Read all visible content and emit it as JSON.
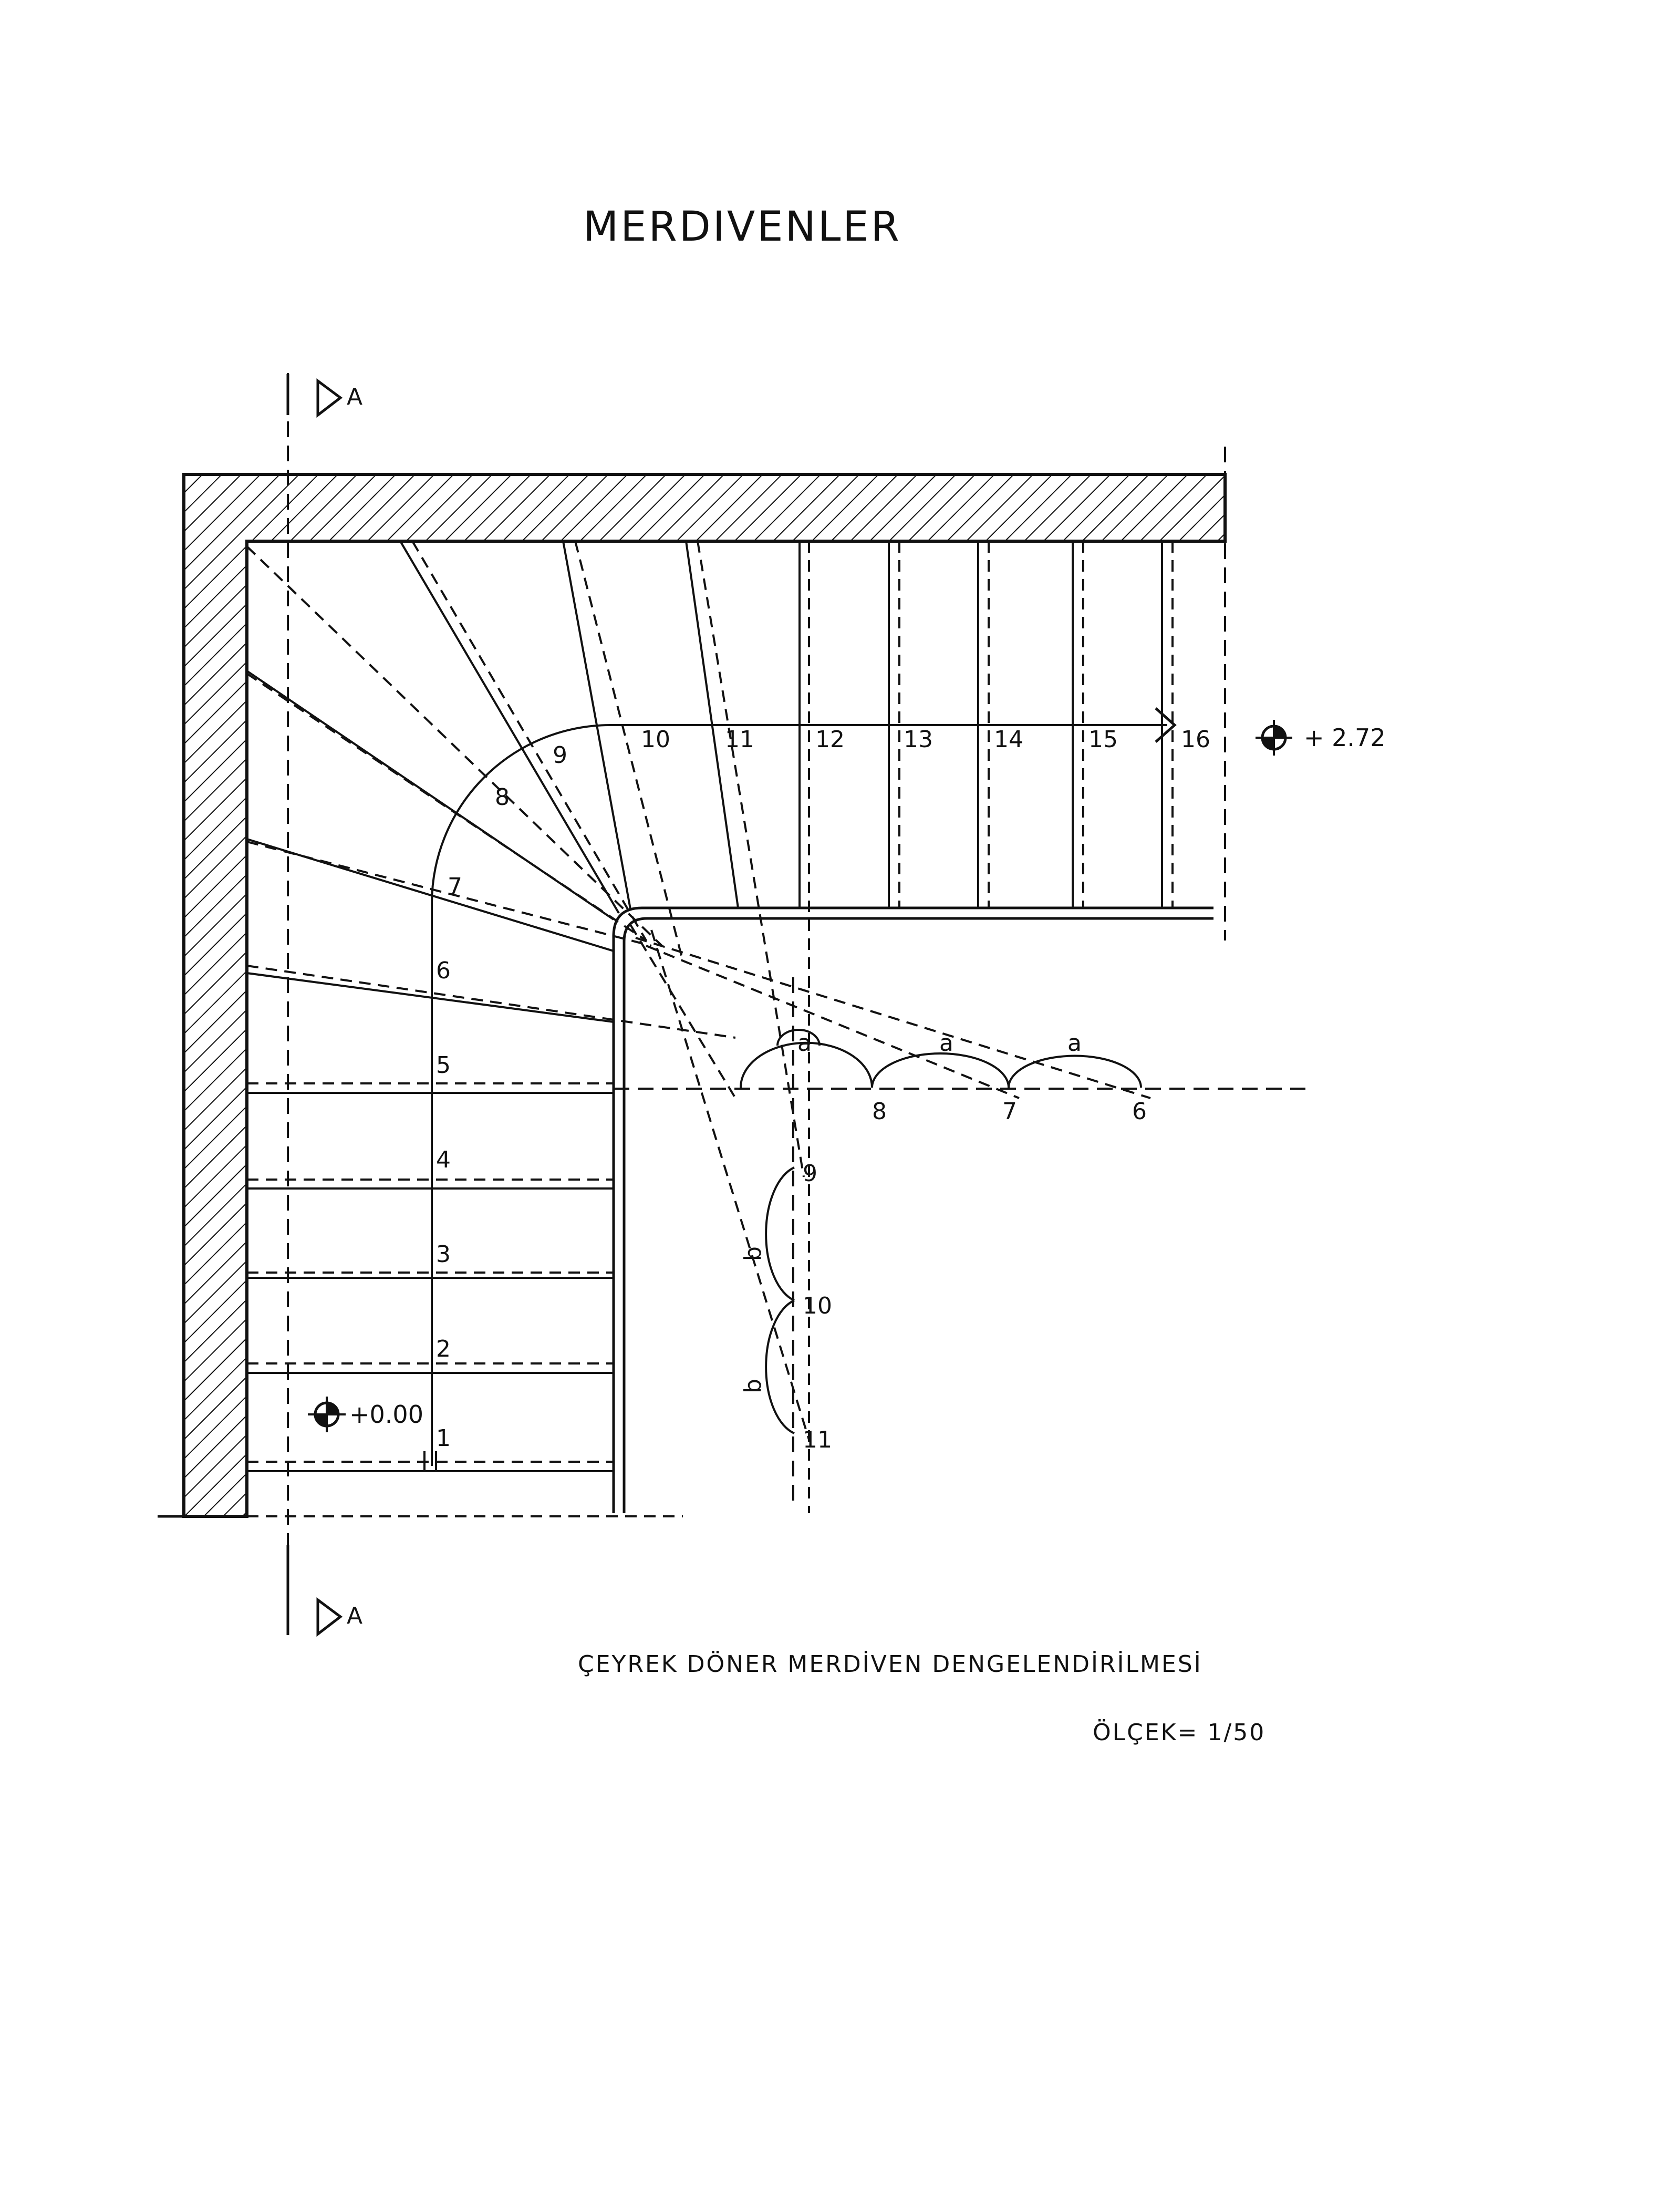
{
  "title": "MERDIVENLER",
  "section_marker": "A",
  "levels": {
    "top": "+ 2.72",
    "bottom": "+0.00"
  },
  "straight_flight_numbers": [
    "1",
    "2",
    "3",
    "4",
    "5",
    "6"
  ],
  "winder_numbers": [
    "7",
    "8",
    "9"
  ],
  "upper_flight_numbers": [
    "10",
    "11",
    "12",
    "13",
    "14",
    "15",
    "16"
  ],
  "construction": {
    "horizontal_marks": [
      "8",
      "7",
      "6"
    ],
    "vertical_marks": [
      "9",
      "10",
      "11"
    ],
    "arc_label_a": "a",
    "arc_label_b": "b"
  },
  "caption": "ÇEYREK DÖNER MERDİVEN   DENGELENDİRİLMESİ",
  "scale": "ÖLÇEK= 1/50"
}
